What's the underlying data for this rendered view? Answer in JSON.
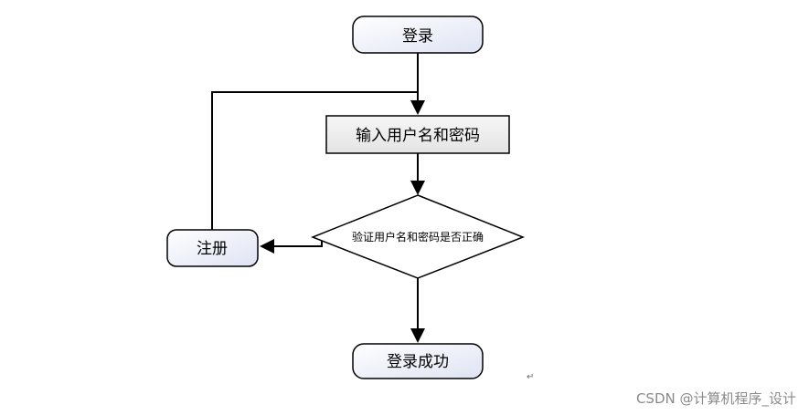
{
  "flowchart": {
    "nodes": {
      "start": "登录",
      "input": "输入用户名和密码",
      "check": "验证用户名和密码是否正确",
      "register": "注册",
      "success": "登录成功"
    }
  },
  "watermark": "CSDN @计算机程序_设计"
}
